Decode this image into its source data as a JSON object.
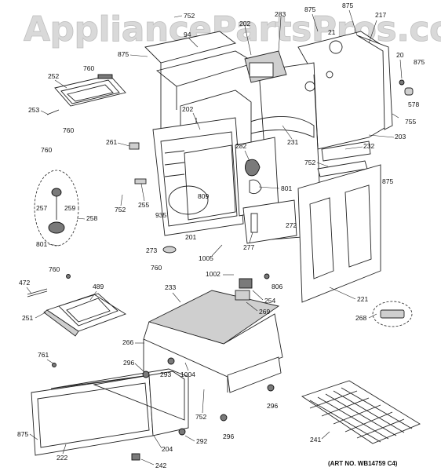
{
  "watermark": "AppliancePartsPros.com",
  "art_number": "(ART NO. WB14759 C4)",
  "callouts": {
    "c752a": "752",
    "c94": "94",
    "c202a": "202",
    "c283": "283",
    "c875a": "875",
    "c875b": "875",
    "c217": "217",
    "c21": "21",
    "c20": "20",
    "c875c": "875",
    "c578": "578",
    "c755": "755",
    "c203": "203",
    "c232": "232",
    "c231": "231",
    "c202b": "202",
    "c875d": "875",
    "c760a": "760",
    "c252": "252",
    "c253": "253",
    "c760b": "760",
    "c760c": "760",
    "c261": "261",
    "c282": "282",
    "c752b": "752",
    "c875e": "875",
    "c809": "809",
    "c801a": "801",
    "c257": "257",
    "c259": "259",
    "c258": "258",
    "c801b": "801",
    "c752c": "752",
    "c255": "255",
    "c935": "935",
    "c201": "201",
    "c272": "272",
    "c277": "277",
    "c1005": "1005",
    "c273": "273",
    "c760d": "760",
    "c472": "472",
    "c760e": "760",
    "c489": "489",
    "c251": "251",
    "c1002": "1002",
    "c806": "806",
    "c254": "254",
    "c233": "233",
    "c269": "269",
    "c221": "221",
    "c268": "268",
    "c266": "266",
    "c761": "761",
    "c296a": "296",
    "c293": "293",
    "c1004": "1004",
    "c296b": "296",
    "c752d": "752",
    "c296c": "296",
    "c875f": "875",
    "c292": "292",
    "c222": "222",
    "c204": "204",
    "c242": "242",
    "c241": "241"
  }
}
